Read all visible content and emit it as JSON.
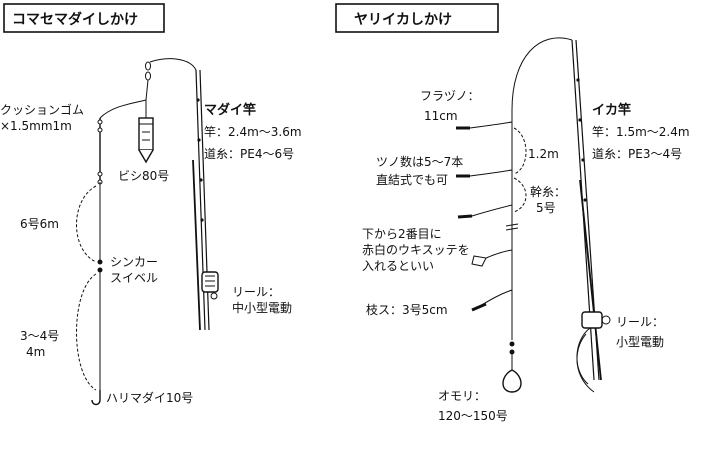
{
  "left": {
    "title": "コマセマダイしかけ",
    "cushion_line1": "クッションゴム",
    "cushion_line2": "×1.5mm1m",
    "bishi": "ビシ80号",
    "section_6go": "6号6m",
    "sinker_line1": "シンカー",
    "sinker_line2": "スイベル",
    "section_3go_line1": "3～4号",
    "section_3go_line2": "4m",
    "hook": "ハリマダイ10号",
    "rod_name": "マダイ竿",
    "rod_length": "竿：2.4m～3.6m",
    "rod_line": "道糸：PE4～6号",
    "reel_line1": "リール：",
    "reel_line2": "中小型電動"
  },
  "right": {
    "title": "ヤリイカしかけ",
    "furazuno_line1": "フラヅノ：",
    "furazuno_line2": "11cm",
    "spacing": "1.2m",
    "tsuno_line1": "ツノ数は5～7本",
    "tsuno_line2": "直結式でも可",
    "mikiito_line1": "幹糸：",
    "mikiito_line2": "5号",
    "note_line1": "下から2番目に",
    "note_line2": "赤白のウキスッテを",
    "note_line3": "入れるといい",
    "edasu": "枝ス：3号5cm",
    "omori_line1": "オモリ：",
    "omori_line2": "120～150号",
    "rod_name": "イカ竿",
    "rod_length": "竿：1.5m～2.4m",
    "rod_line": "道糸：PE3～4号",
    "reel_line1": "リール：",
    "reel_line2": "小型電動"
  }
}
